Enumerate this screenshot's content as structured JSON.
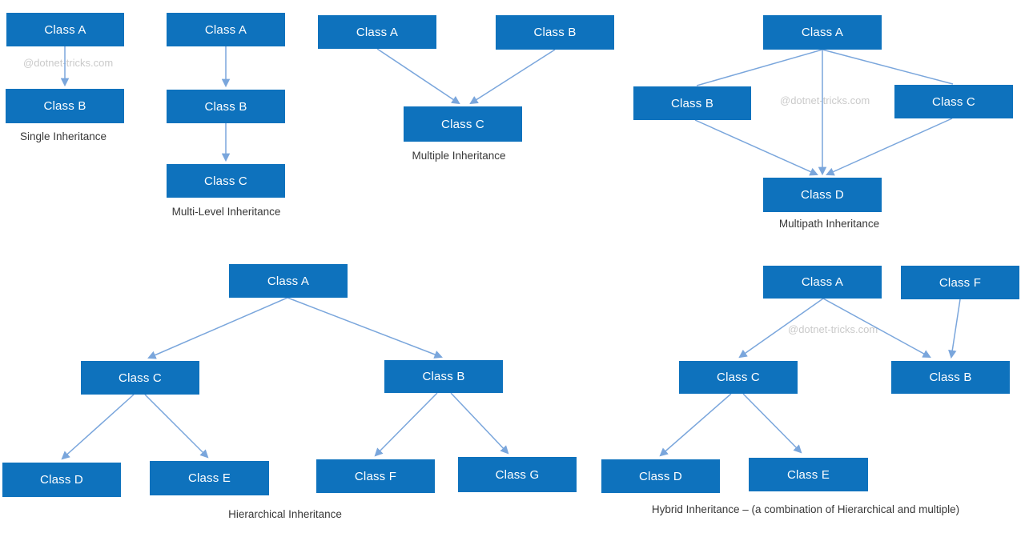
{
  "watermark_text": "@dotnet-tricks.com",
  "colors": {
    "box_fill": "#0e72bd",
    "box_text": "#ffffff",
    "connector": "#7aa6dc",
    "caption_text": "#383838",
    "watermark_text": "#cacaca"
  },
  "diagrams": [
    {
      "id": "single",
      "caption": "Single Inheritance",
      "nodes": [
        {
          "label": "Class A"
        },
        {
          "label": "Class B"
        }
      ],
      "edges": [
        {
          "from": "Class A",
          "to": "Class B"
        }
      ]
    },
    {
      "id": "multilevel",
      "caption": "Multi-Level Inheritance",
      "nodes": [
        {
          "label": "Class A"
        },
        {
          "label": "Class B"
        },
        {
          "label": "Class C"
        }
      ],
      "edges": [
        {
          "from": "Class A",
          "to": "Class B"
        },
        {
          "from": "Class B",
          "to": "Class C"
        }
      ]
    },
    {
      "id": "multiple",
      "caption": "Multiple Inheritance",
      "nodes": [
        {
          "label": "Class A"
        },
        {
          "label": "Class B"
        },
        {
          "label": "Class C"
        }
      ],
      "edges": [
        {
          "from": "Class A",
          "to": "Class C"
        },
        {
          "from": "Class B",
          "to": "Class C"
        }
      ]
    },
    {
      "id": "multipath",
      "caption": "Multipath Inheritance",
      "nodes": [
        {
          "label": "Class A"
        },
        {
          "label": "Class B"
        },
        {
          "label": "Class C"
        },
        {
          "label": "Class D"
        }
      ],
      "edges": [
        {
          "from": "Class A",
          "to": "Class B"
        },
        {
          "from": "Class A",
          "to": "Class C"
        },
        {
          "from": "Class A",
          "to": "Class D"
        },
        {
          "from": "Class B",
          "to": "Class D"
        },
        {
          "from": "Class C",
          "to": "Class D"
        }
      ]
    },
    {
      "id": "hierarchical",
      "caption": "Hierarchical Inheritance",
      "nodes": [
        {
          "label": "Class A"
        },
        {
          "label": "Class C"
        },
        {
          "label": "Class B"
        },
        {
          "label": "Class D"
        },
        {
          "label": "Class E"
        },
        {
          "label": "Class F"
        },
        {
          "label": "Class G"
        }
      ],
      "edges": [
        {
          "from": "Class A",
          "to": "Class C"
        },
        {
          "from": "Class A",
          "to": "Class B"
        },
        {
          "from": "Class C",
          "to": "Class D"
        },
        {
          "from": "Class C",
          "to": "Class E"
        },
        {
          "from": "Class B",
          "to": "Class F"
        },
        {
          "from": "Class B",
          "to": "Class G"
        }
      ]
    },
    {
      "id": "hybrid",
      "caption": "Hybrid Inheritance – (a combination of Hierarchical and multiple)",
      "nodes": [
        {
          "label": "Class A"
        },
        {
          "label": "Class F"
        },
        {
          "label": "Class C"
        },
        {
          "label": "Class B"
        },
        {
          "label": "Class D"
        },
        {
          "label": "Class E"
        }
      ],
      "edges": [
        {
          "from": "Class A",
          "to": "Class C"
        },
        {
          "from": "Class A",
          "to": "Class B"
        },
        {
          "from": "Class F",
          "to": "Class B"
        },
        {
          "from": "Class C",
          "to": "Class D"
        },
        {
          "from": "Class C",
          "to": "Class E"
        }
      ]
    }
  ]
}
